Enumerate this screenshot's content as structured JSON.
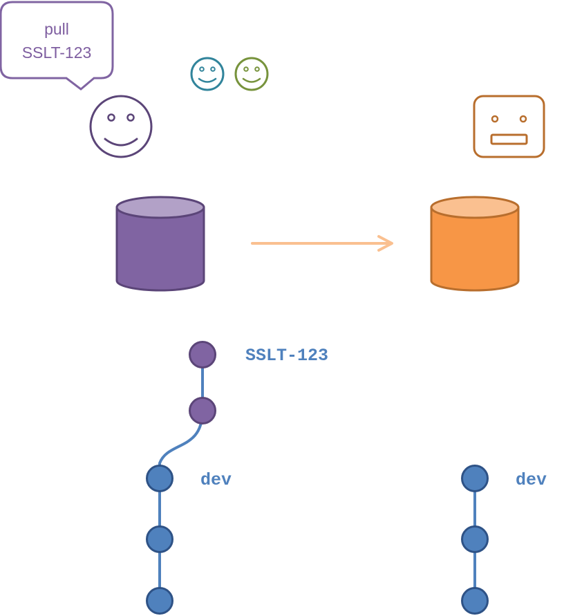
{
  "speech_bubble": {
    "line1": "pull",
    "line2": "SSLT-123"
  },
  "labels": {
    "feature_branch": "SSLT-123",
    "dev_local": "dev",
    "dev_remote": "dev"
  },
  "icons": {
    "developer": "smiley-face-icon",
    "team_member_1": "smiley-face-icon",
    "team_member_2": "smiley-face-icon",
    "server": "robot-face-icon",
    "local_repo": "database-icon",
    "remote_repo": "database-icon",
    "transfer": "arrow-right-icon"
  },
  "colors": {
    "purple": "#7e5ea0",
    "purple_dark": "#5b4578",
    "purple_light": "#b09fc4",
    "orange": "#f79646",
    "orange_dark": "#b86e2d",
    "orange_light": "#fac090",
    "blue": "#4f81bd",
    "blue_dark": "#2e5286",
    "teal": "#31849b",
    "green": "#77933c",
    "arrow": "#fac090"
  }
}
